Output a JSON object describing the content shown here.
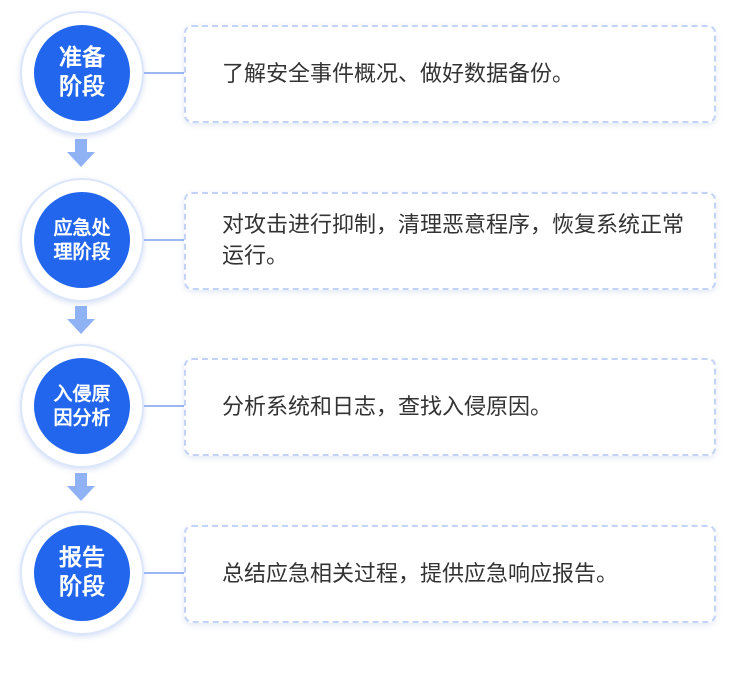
{
  "colors": {
    "accent": "#2266ee",
    "border": "#c2d3f5",
    "arrow": "#8fb2f4",
    "text": "#333333"
  },
  "steps": [
    {
      "label_line1": "准备",
      "label_line2": "阶段",
      "description": "了解安全事件概况、做好数据备份。"
    },
    {
      "label_line1": "应急处",
      "label_line2": "理阶段",
      "description": "对攻击进行抑制，清理恶意程序，恢复系统正常运行。"
    },
    {
      "label_line1": "入侵原",
      "label_line2": "因分析",
      "description": "分析系统和日志，查找入侵原因。"
    },
    {
      "label_line1": "报告",
      "label_line2": "阶段",
      "description": "总结应急相关过程，提供应急响应报告。"
    }
  ],
  "arrow_icon": "down-arrow-icon"
}
